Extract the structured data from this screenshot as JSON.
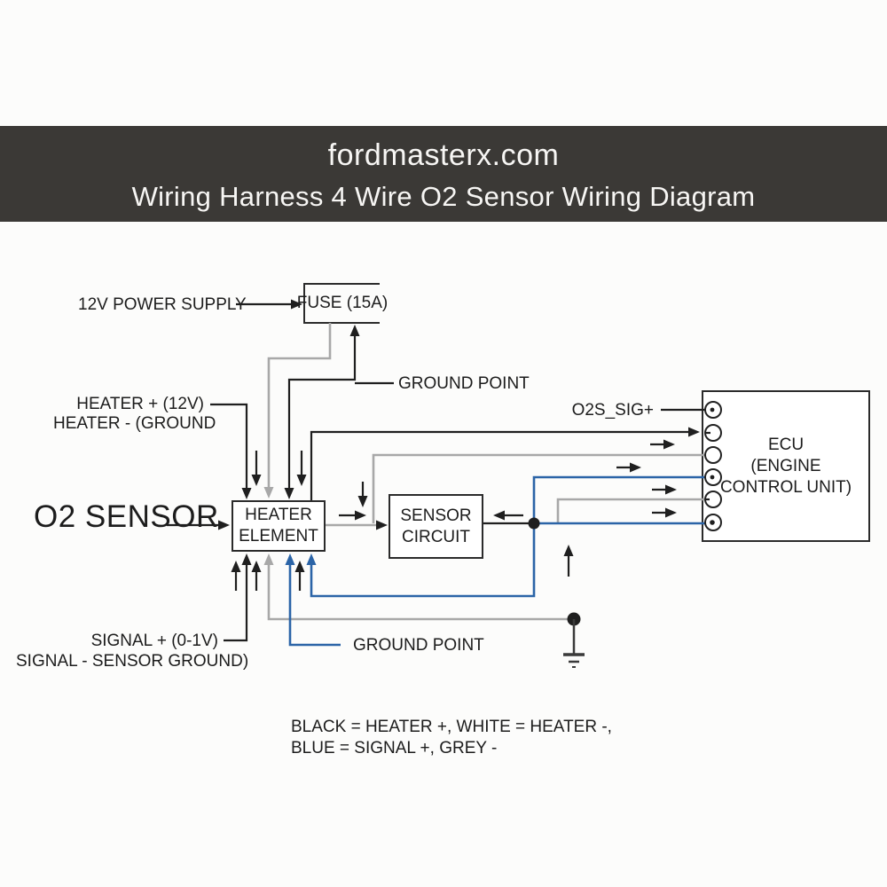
{
  "header": {
    "site": "fordmasterx.com",
    "title": "Wiring Harness 4 Wire O2 Sensor Wiring Diagram",
    "band_color": "#3b3936",
    "text_color": "#f7f6f4"
  },
  "diagram": {
    "wire_colors": {
      "black": "#1f1f1f",
      "grey": "#a8a8a8",
      "blue": "#2b64a7"
    },
    "labels": {
      "power": "12V POWER SUPPLY",
      "fuse": "FUSE (15A)",
      "ground1": "GROUND POINT",
      "heater_plus": "HEATER + (12V)",
      "heater_minus": "HEATER - (GROUND",
      "o2_sensor": "O2 SENSOR",
      "o2s_sig": "O2S_SIG+",
      "signal_plus": "SIGNAL + (0-1V)",
      "signal_minus": "SIGNAL - SENSOR GROUND)",
      "ground2": "GROUND POINT"
    },
    "boxes": {
      "heater_element": [
        "HEATER",
        "ELEMENT"
      ],
      "sensor_circuit": [
        "SENSOR",
        "CIRCUIT"
      ],
      "ecu": [
        "ECU",
        "(ENGINE",
        "CONTROL UNIT)"
      ]
    },
    "legend": [
      "BLACK = HEATER +, WHITE = HEATER -,",
      "BLUE = SIGNAL +, GREY -"
    ]
  }
}
